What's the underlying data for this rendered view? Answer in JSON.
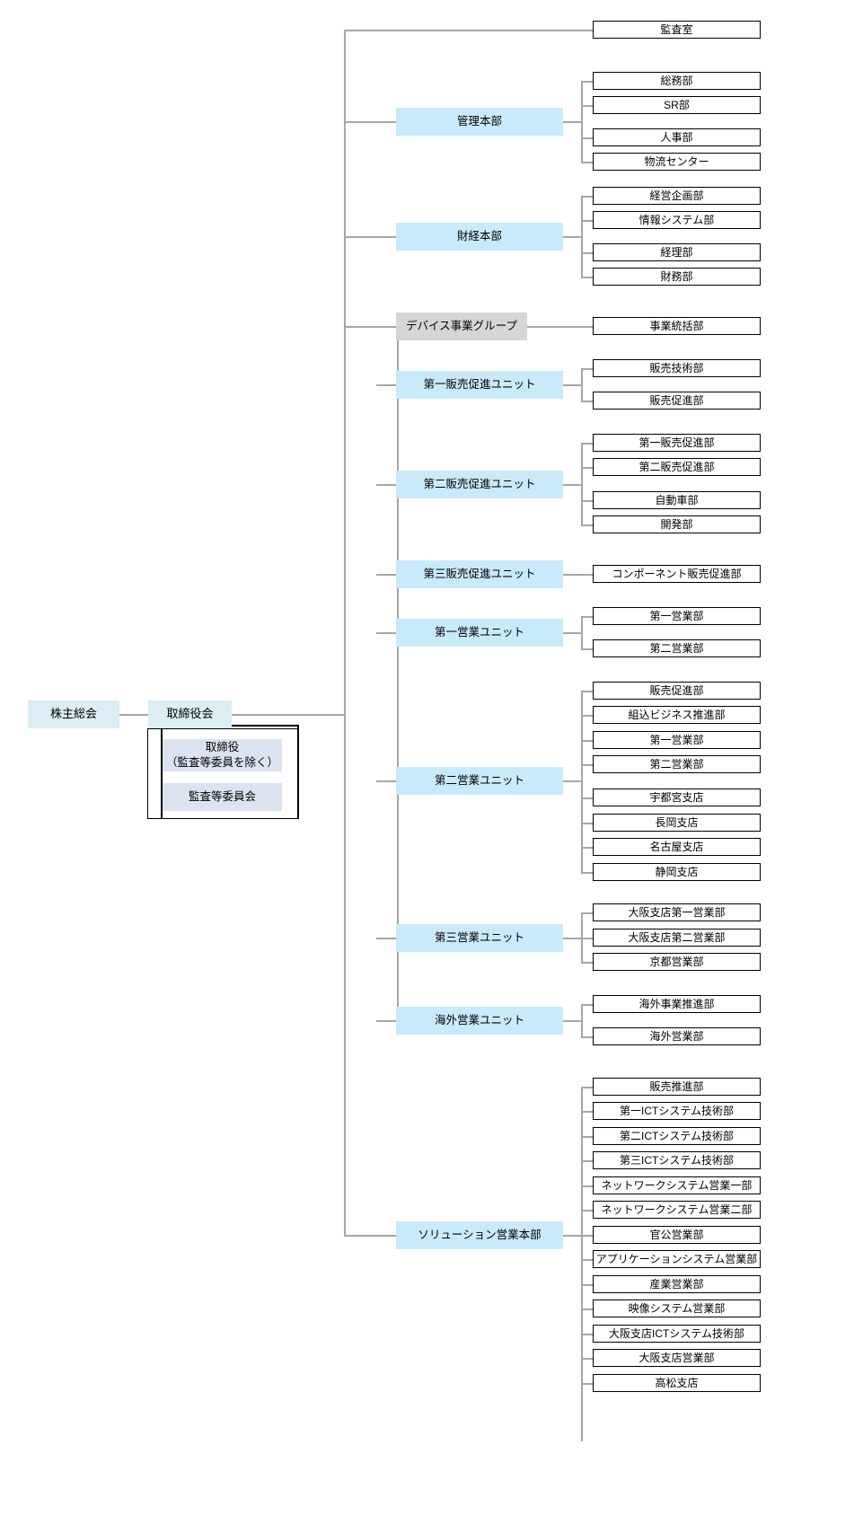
{
  "chart_data": {
    "type": "diagram",
    "title": "",
    "orientation": "left-to-right org chart",
    "colors": {
      "top_node_fill": "#daeef3",
      "division_fill": "#c9eafb",
      "group_fill": "#d6d6d6",
      "committee_fill": "#dce3f0",
      "department_fill": "#ffffff",
      "department_border": "#000000",
      "connector": "#a6a6a6",
      "frame_border": "#000000"
    }
  },
  "nodes": {
    "shareholders_meeting": "株主総会",
    "board_of_directors": "取締役会",
    "directors": "取締役\n（監査等委員を除く）",
    "directors_line1": "取締役",
    "directors_line2": "（監査等委員を除く）",
    "audit_committee": "監査等委員会",
    "audit_office": "監査室",
    "admin_hq": "管理本部",
    "finance_hq": "財経本部",
    "device_group": "デバイス事業グループ",
    "sales_promo_unit_1": "第一販売促進ユニット",
    "sales_promo_unit_2": "第二販売促進ユニット",
    "sales_promo_unit_3": "第三販売促進ユニット",
    "sales_unit_1": "第一営業ユニット",
    "sales_unit_2": "第二営業ユニット",
    "sales_unit_3": "第三営業ユニット",
    "overseas_sales_unit": "海外営業ユニット",
    "solution_sales_hq": "ソリューション営業本部"
  },
  "departments": {
    "admin_hq": [
      "総務部",
      "SR部",
      "人事部",
      "物流センター"
    ],
    "finance_hq": [
      "経営企画部",
      "情報システム部",
      "経理部",
      "財務部"
    ],
    "device_group": [
      "事業統括部"
    ],
    "sales_promo_unit_1": [
      "販売技術部",
      "販売促進部"
    ],
    "sales_promo_unit_2": [
      "第一販売促進部",
      "第二販売促進部",
      "自動車部",
      "開発部"
    ],
    "sales_promo_unit_3": [
      "コンポーネント販売促進部"
    ],
    "sales_unit_1": [
      "第一営業部",
      "第二営業部"
    ],
    "sales_unit_2": [
      "販売促進部",
      "組込ビジネス推進部",
      "第一営業部",
      "第二営業部",
      "宇都宮支店",
      "長岡支店",
      "名古屋支店",
      "静岡支店"
    ],
    "sales_unit_3": [
      "大阪支店第一営業部",
      "大阪支店第二営業部",
      "京都営業部"
    ],
    "overseas_sales_unit": [
      "海外事業推進部",
      "海外営業部"
    ],
    "solution_sales_hq": [
      "販売推進部",
      "第一ICTシステム技術部",
      "第二ICTシステム技術部",
      "第三ICTシステム技術部",
      "ネットワークシステム営業一部",
      "ネットワークシステム営業二部",
      "官公営業部",
      "アプリケーションシステム営業部",
      "産業営業部",
      "映像システム営業部",
      "大阪支店ICTシステム技術部",
      "大阪支店営業部",
      "高松支店"
    ]
  }
}
